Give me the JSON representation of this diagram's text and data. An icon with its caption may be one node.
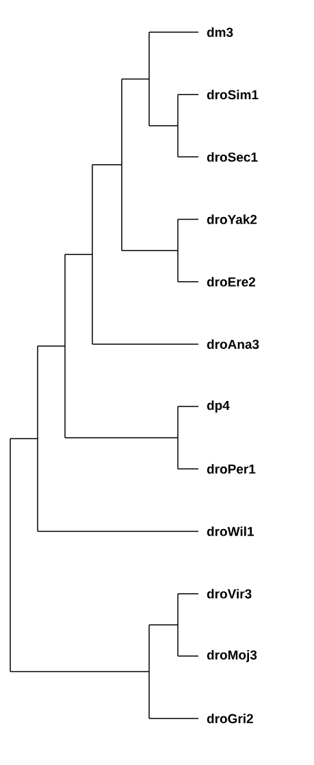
{
  "diagram": {
    "labels": [
      "dm3",
      "droSim1",
      "droSec1",
      "droYak2",
      "droEre2",
      "droAna3",
      "dp4",
      "droPer1",
      "droWil1",
      "droVir3",
      "droMoj3",
      "droGri2"
    ]
  }
}
